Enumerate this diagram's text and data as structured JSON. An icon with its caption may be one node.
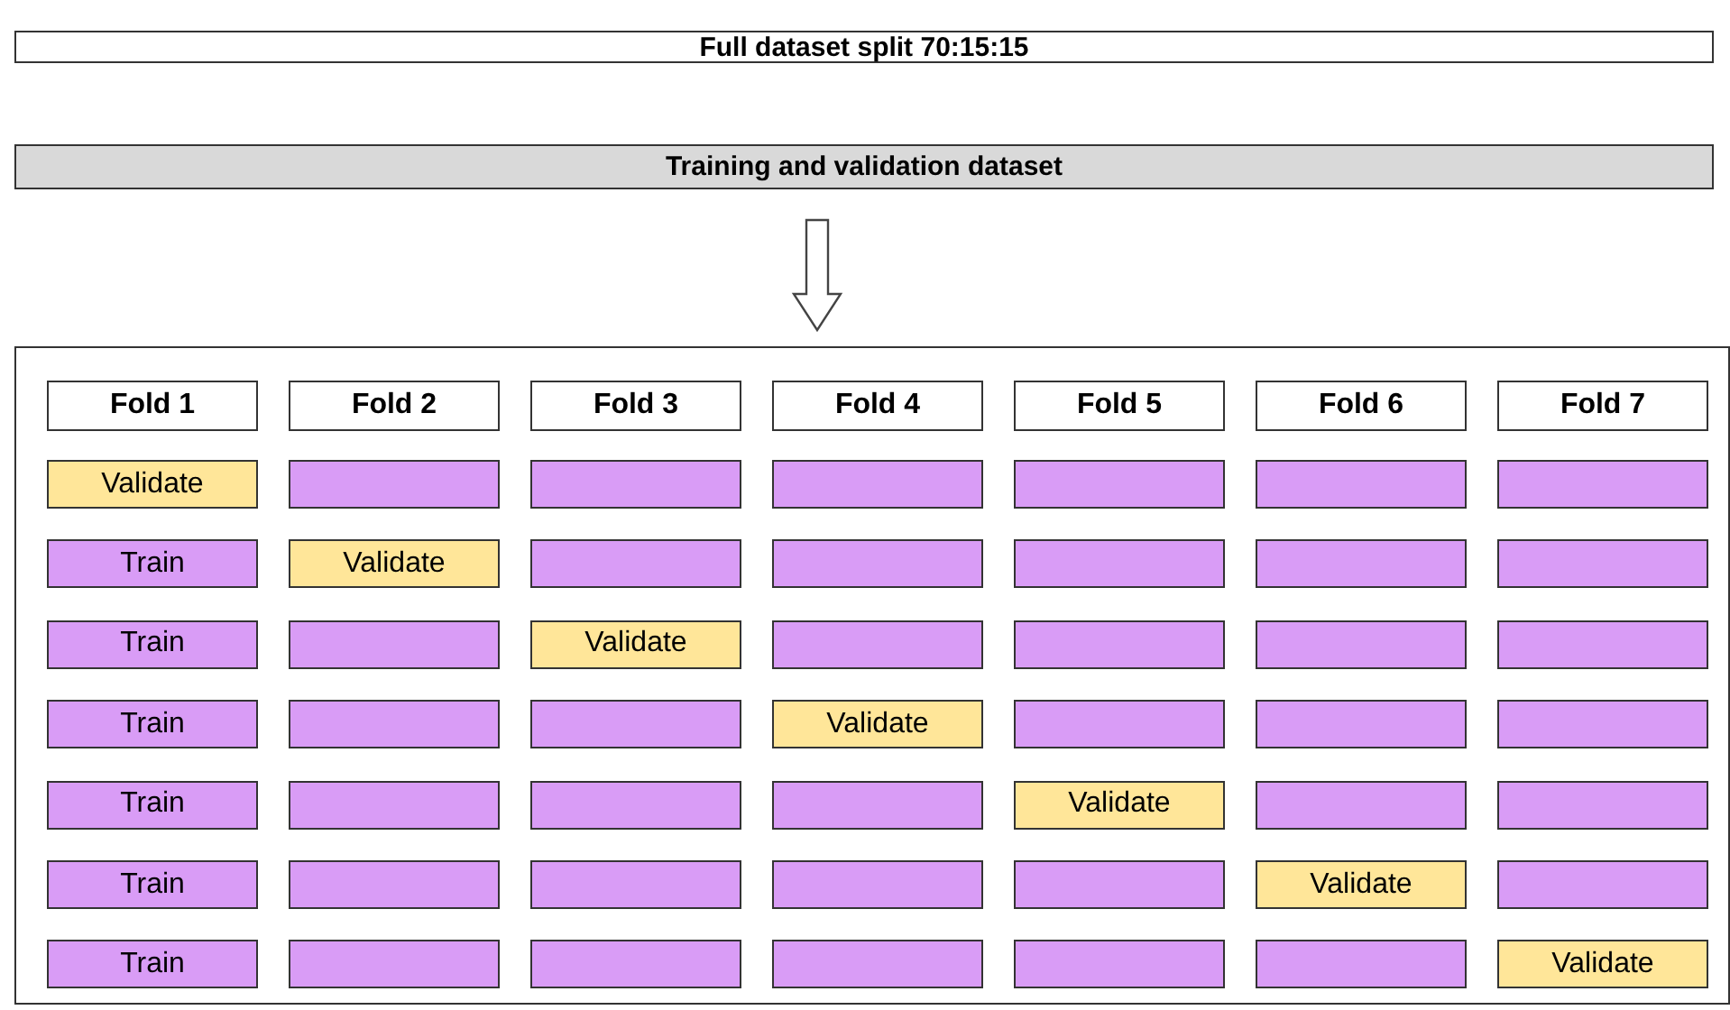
{
  "diagram": {
    "nodes": [
      {
        "text": [
          "Full dataset split 70:15:15"
        ]
      },
      {
        "text": [
          "Training and validation dataset"
        ]
      },
      {
        "text": [],
        "shape": "box"
      },
      {
        "text": [
          "Fold 1"
        ],
        "in": 2
      },
      {
        "text": [
          "Fold 2"
        ],
        "in": 2
      },
      {
        "text": [
          "Fold 3"
        ],
        "in": 2
      },
      {
        "text": [
          "Fold 4"
        ],
        "in": 2
      },
      {
        "text": [
          "Fold 5"
        ],
        "in": 2
      },
      {
        "text": [
          "Fold 6"
        ],
        "in": 2
      },
      {
        "text": [
          "Fold 7"
        ],
        "in": 2
      },
      {
        "text": [
          "Validate"
        ],
        "in": 2
      },
      {
        "text": [],
        "shape": "box",
        "in": 2
      },
      {
        "text": [],
        "shape": "box",
        "in": 2
      },
      {
        "text": [],
        "shape": "box",
        "in": 2
      },
      {
        "text": [],
        "shape": "box",
        "in": 2
      },
      {
        "text": [],
        "shape": "box",
        "in": 2
      },
      {
        "text": [],
        "shape": "box",
        "in": 2
      },
      {
        "text": [
          "Train"
        ],
        "in": 2
      },
      {
        "text": [
          "Validate"
        ],
        "in": 2
      },
      {
        "text": [],
        "shape": "box",
        "in": 2
      },
      {
        "text": [],
        "shape": "box",
        "in": 2
      },
      {
        "text": [],
        "shape": "box",
        "in": 2
      },
      {
        "text": [],
        "shape": "box",
        "in": 2
      },
      {
        "text": [],
        "shape": "box",
        "in": 2
      },
      {
        "text": [
          "Train"
        ],
        "in": 2
      },
      {
        "text": [],
        "shape": "box",
        "in": 2
      },
      {
        "text": [
          "Validate"
        ],
        "in": 2
      },
      {
        "text": [],
        "shape": "box",
        "in": 2
      },
      {
        "text": [],
        "shape": "box",
        "in": 2
      },
      {
        "text": [],
        "shape": "box",
        "in": 2
      },
      {
        "text": [],
        "shape": "box",
        "in": 2
      },
      {
        "text": [
          "Train"
        ],
        "in": 2
      },
      {
        "text": [],
        "shape": "box",
        "in": 2
      },
      {
        "text": [],
        "shape": "box",
        "in": 2
      },
      {
        "text": [
          "Validate"
        ],
        "in": 2
      },
      {
        "text": [],
        "shape": "box",
        "in": 2
      },
      {
        "text": [],
        "shape": "box",
        "in": 2
      },
      {
        "text": [],
        "shape": "box",
        "in": 2
      },
      {
        "text": [
          "Train"
        ],
        "in": 2
      },
      {
        "text": [],
        "shape": "box",
        "in": 2
      },
      {
        "text": [],
        "shape": "box",
        "in": 2
      },
      {
        "text": [],
        "shape": "box",
        "in": 2
      },
      {
        "text": [
          "Validate"
        ],
        "in": 2
      },
      {
        "text": [],
        "shape": "box",
        "in": 2
      },
      {
        "text": [],
        "shape": "box",
        "in": 2
      },
      {
        "text": [
          "Train"
        ],
        "in": 2
      },
      {
        "text": [],
        "shape": "box",
        "in": 2
      },
      {
        "text": [],
        "shape": "box",
        "in": 2
      },
      {
        "text": [],
        "shape": "box",
        "in": 2
      },
      {
        "text": [],
        "shape": "box",
        "in": 2
      },
      {
        "text": [
          "Validate"
        ],
        "in": 2
      },
      {
        "text": [],
        "shape": "box",
        "in": 2
      },
      {
        "text": [
          "Train"
        ],
        "in": 2
      },
      {
        "text": [],
        "shape": "box",
        "in": 2
      },
      {
        "text": [],
        "shape": "box",
        "in": 2
      },
      {
        "text": [],
        "shape": "box",
        "in": 2
      },
      {
        "text": [],
        "shape": "box",
        "in": 2
      },
      {
        "text": [],
        "shape": "box",
        "in": 2
      },
      {
        "text": [
          "Validate"
        ],
        "in": 2
      }
    ],
    "edges": [
      {
        "from": 1,
        "to": 2,
        "arrow": "to"
      }
    ]
  }
}
